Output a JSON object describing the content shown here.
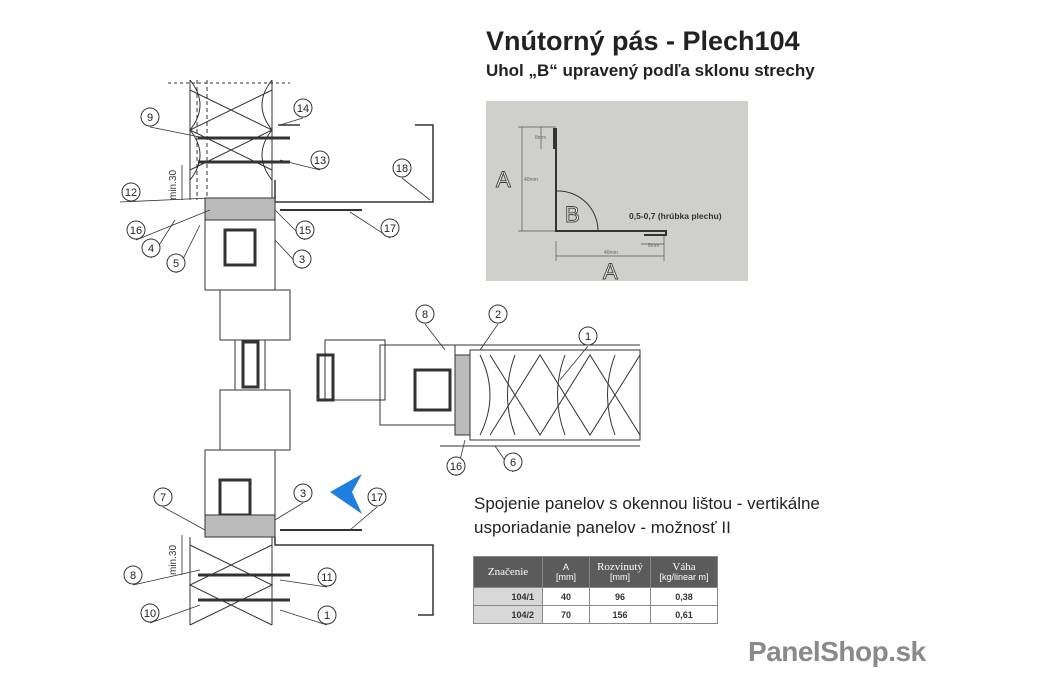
{
  "header": {
    "title": "Vnútorný pás - Plech104",
    "subtitle": "Uhol „B“ upravený podľa sklonu strechy"
  },
  "profile_detail": {
    "label_a_vertical": "A",
    "label_a_horizontal": "A",
    "label_b": "B",
    "dim_vertical": "40mm",
    "dim_horizontal": "40mm",
    "dim_top_fold": "8mm",
    "dim_bottom_fold": "8mm",
    "thickness_note": "0,5-0,7 (hrúbka plechu)"
  },
  "drawing": {
    "dimension_label": "min.30",
    "callouts_top": [
      "9",
      "14",
      "13",
      "12",
      "18",
      "16",
      "15",
      "17",
      "4",
      "5",
      "3"
    ],
    "callouts_right": [
      "8",
      "2",
      "1",
      "16",
      "6"
    ],
    "callouts_bottom": [
      "7",
      "3",
      "17",
      "8",
      "11",
      "10",
      "1"
    ],
    "arrow_color": "#1e7fe0"
  },
  "caption": {
    "line1": "Spojenie panelov s okennou lištou - vertikálne",
    "line2": "usporiadanie panelov - možnosť II"
  },
  "table": {
    "headers": [
      {
        "main": "Značenie",
        "unit": ""
      },
      {
        "main": "A",
        "unit": "[mm]"
      },
      {
        "main": "Rozvinutý",
        "unit": "[mm]"
      },
      {
        "main": "Váha",
        "unit": "[kg/linear m]"
      }
    ],
    "rows": [
      [
        "104/1",
        "40",
        "96",
        "0,38"
      ],
      [
        "104/2",
        "70",
        "156",
        "0,61"
      ]
    ]
  },
  "logo": {
    "main": "PanelShop",
    "suffix": ".sk"
  }
}
